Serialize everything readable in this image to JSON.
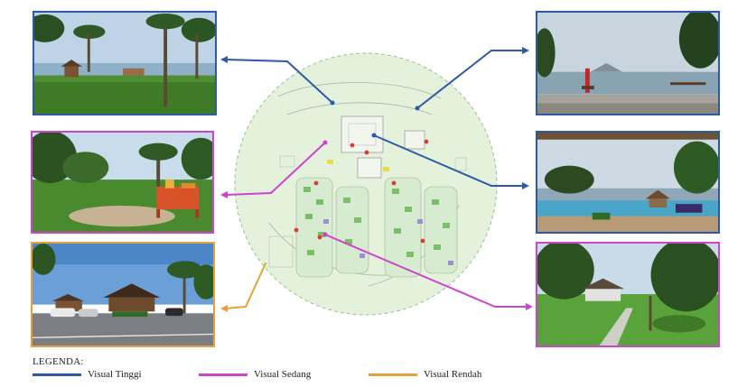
{
  "colors": {
    "high": "#2d5aa6",
    "medium": "#cc45cc",
    "low": "#e3a33a",
    "map_fill": "#e4f2dc",
    "map_border": "#9cbf94"
  },
  "legend": {
    "title": "LEGENDA:",
    "items": [
      {
        "label": "Visual Tinggi",
        "level": "high"
      },
      {
        "label": "Visual Sedang",
        "level": "medium"
      },
      {
        "label": "Visual Rendah",
        "level": "low"
      }
    ]
  },
  "photos": [
    {
      "name": "beach-gazebo-photo",
      "level": "high"
    },
    {
      "name": "playground-photo",
      "level": "medium"
    },
    {
      "name": "parking-lodge-photo",
      "level": "low"
    },
    {
      "name": "seaside-pier-photo",
      "level": "high"
    },
    {
      "name": "pool-view-photo",
      "level": "high"
    },
    {
      "name": "garden-path-photo",
      "level": "medium"
    }
  ]
}
